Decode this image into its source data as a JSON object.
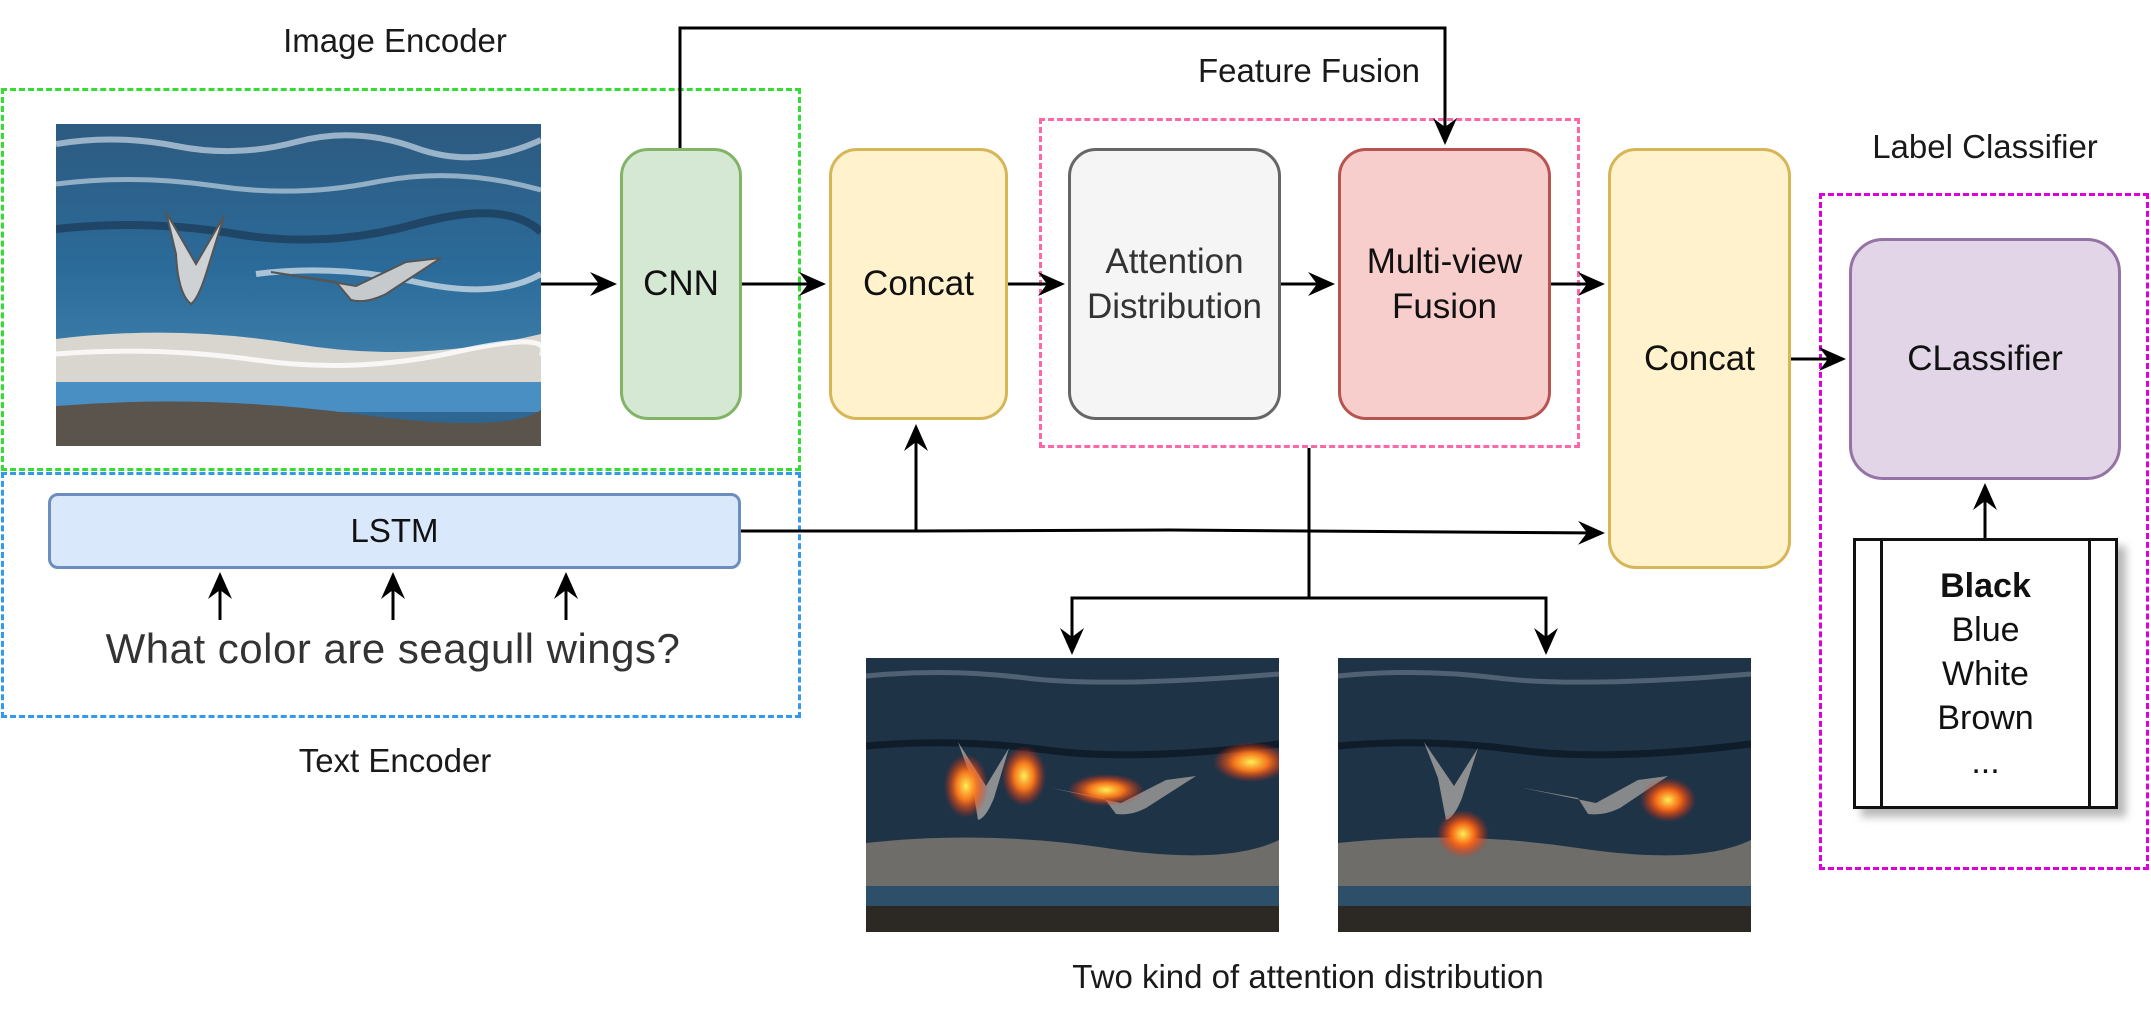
{
  "regions": {
    "image_encoder": "Image Encoder",
    "text_encoder": "Text Encoder",
    "feature_fusion": "Feature Fusion",
    "label_classifier": "Label Classifier"
  },
  "nodes": {
    "cnn": "CNN",
    "concat_1": "Concat",
    "attention_distribution": "Attention\nDistribution",
    "multiview_fusion": "Multi-view\nFusion",
    "concat_2": "Concat",
    "classifier": "CLassifier",
    "lstm": "LSTM"
  },
  "question": "What color are seagull wings?",
  "answer_labels": [
    "Black",
    "Blue",
    "White",
    "Brown",
    "..."
  ],
  "caption": "Two kind of attention distribution",
  "colors": {
    "image_encoder_border": "#33dd33",
    "text_encoder_border": "#3399ee",
    "feature_fusion_border": "#ff66aa",
    "label_classifier_border": "#dd00dd",
    "cnn_fill": "#d5e8d4",
    "cnn_border": "#82b366",
    "concat_fill": "#fff2cc",
    "concat_border": "#d6b656",
    "attention_fill": "#f5f5f5",
    "attention_border": "#666666",
    "fusion_fill": "#f8cecc",
    "fusion_border": "#b85450",
    "classifier_fill": "#e1d5e7",
    "classifier_border": "#9673a6",
    "lstm_fill": "#dae8fc",
    "lstm_border": "#6c8ebf"
  }
}
